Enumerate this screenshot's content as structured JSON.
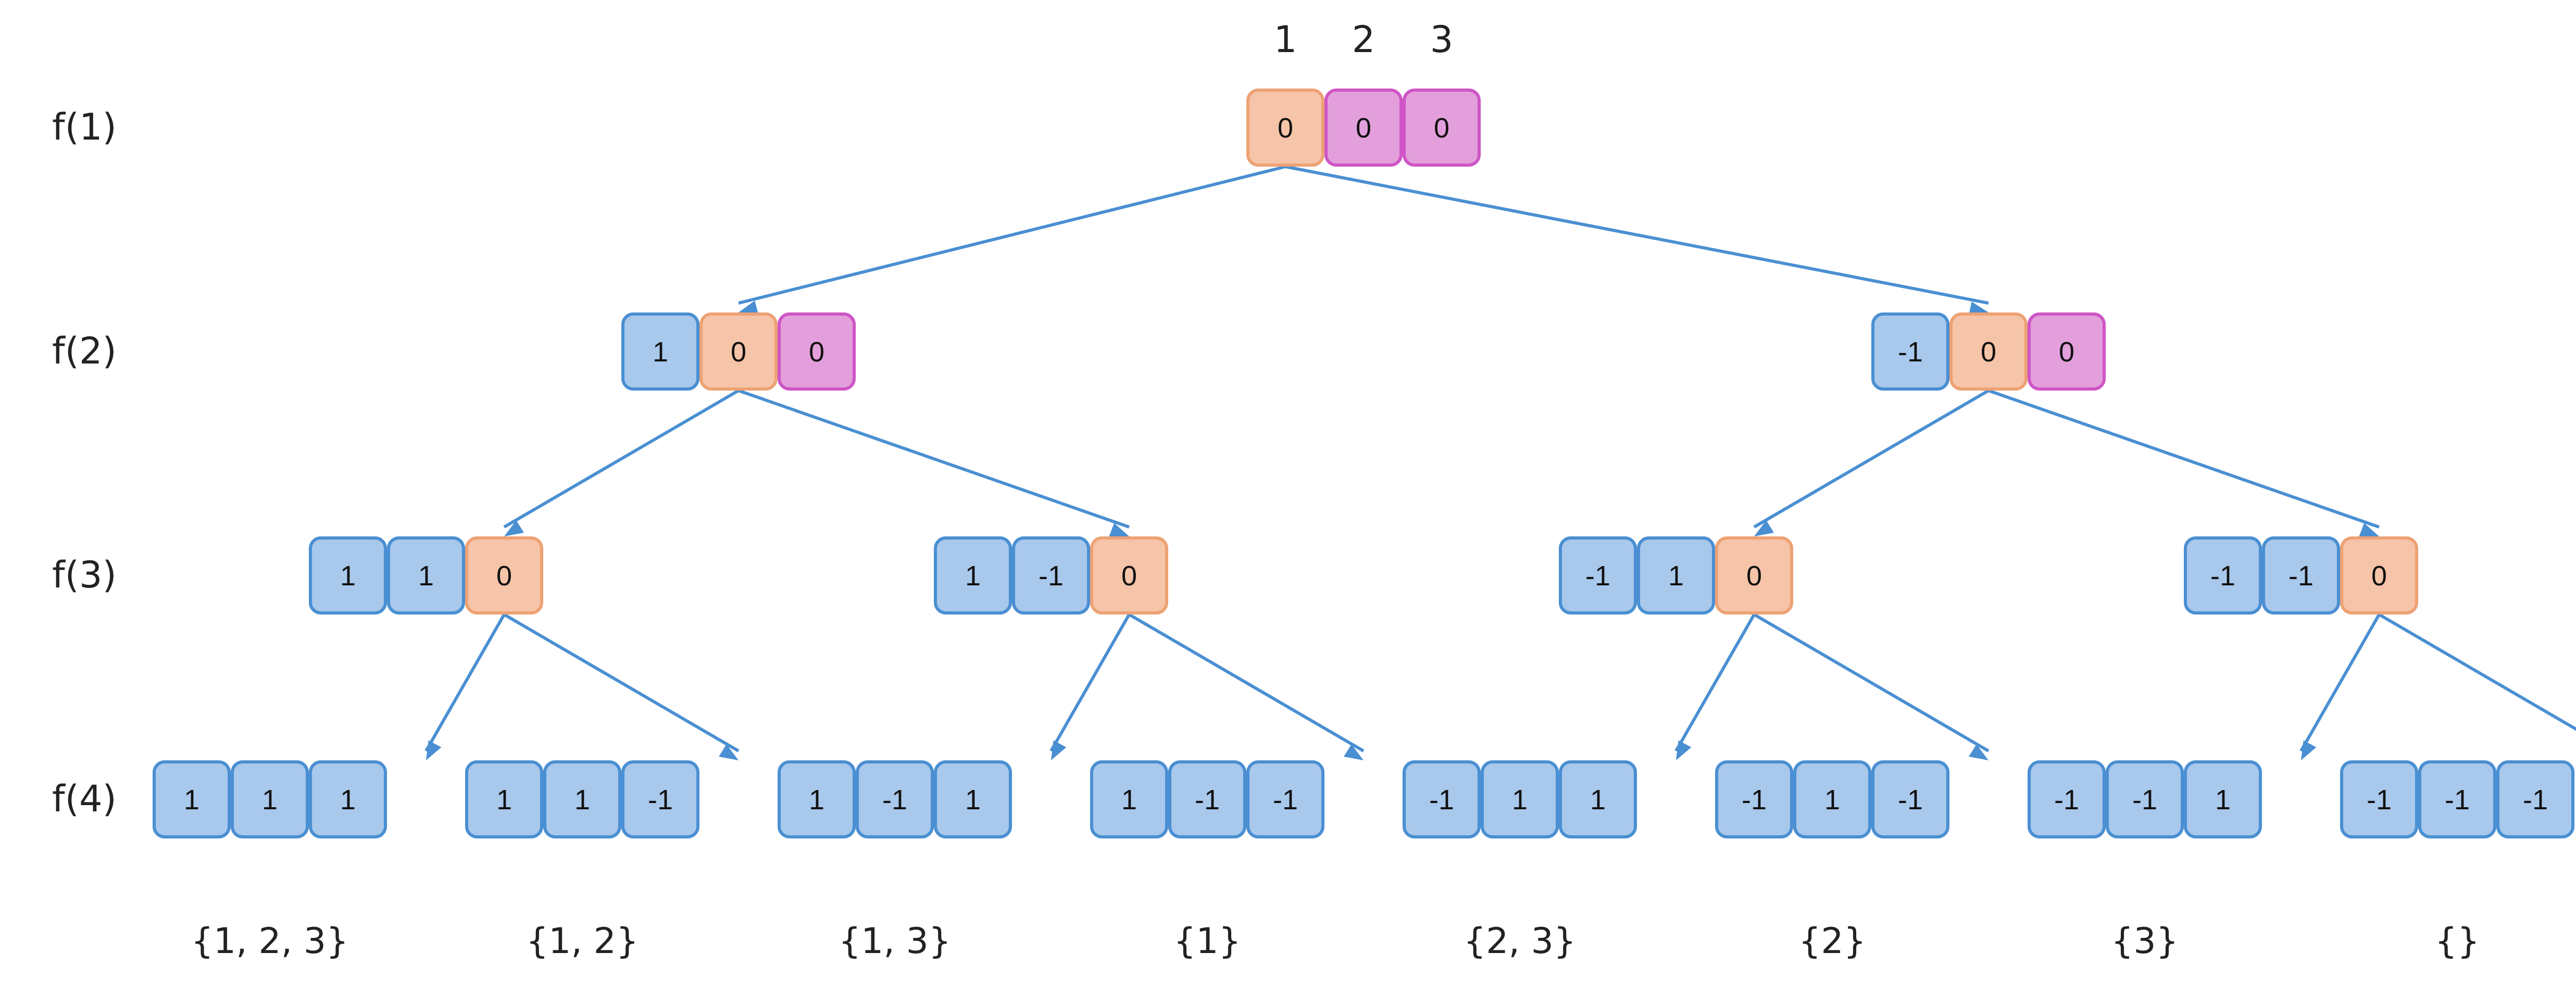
{
  "header_indices": [
    "1",
    "2",
    "3"
  ],
  "level_labels": [
    "f(1)",
    "f(2)",
    "f(3)",
    "f(4)"
  ],
  "states": {
    "blue": {
      "fill": "#a8c8ec",
      "stroke": "#4a8fd2"
    },
    "orange": {
      "fill": "#f6c4a8",
      "stroke": "#eda274"
    },
    "pink": {
      "fill": "#e39fdc",
      "stroke": "#cf55c6"
    }
  },
  "levels": [
    [
      [
        {
          "v": "0",
          "s": "orange"
        },
        {
          "v": "0",
          "s": "pink"
        },
        {
          "v": "0",
          "s": "pink"
        }
      ]
    ],
    [
      [
        {
          "v": "1",
          "s": "blue"
        },
        {
          "v": "0",
          "s": "orange"
        },
        {
          "v": "0",
          "s": "pink"
        }
      ],
      [
        {
          "v": "-1",
          "s": "blue"
        },
        {
          "v": "0",
          "s": "orange"
        },
        {
          "v": "0",
          "s": "pink"
        }
      ]
    ],
    [
      [
        {
          "v": "1",
          "s": "blue"
        },
        {
          "v": "1",
          "s": "blue"
        },
        {
          "v": "0",
          "s": "orange"
        }
      ],
      [
        {
          "v": "1",
          "s": "blue"
        },
        {
          "v": "-1",
          "s": "blue"
        },
        {
          "v": "0",
          "s": "orange"
        }
      ],
      [
        {
          "v": "-1",
          "s": "blue"
        },
        {
          "v": "1",
          "s": "blue"
        },
        {
          "v": "0",
          "s": "orange"
        }
      ],
      [
        {
          "v": "-1",
          "s": "blue"
        },
        {
          "v": "-1",
          "s": "blue"
        },
        {
          "v": "0",
          "s": "orange"
        }
      ]
    ],
    [
      [
        {
          "v": "1",
          "s": "blue"
        },
        {
          "v": "1",
          "s": "blue"
        },
        {
          "v": "1",
          "s": "blue"
        }
      ],
      [
        {
          "v": "1",
          "s": "blue"
        },
        {
          "v": "1",
          "s": "blue"
        },
        {
          "v": "-1",
          "s": "blue"
        }
      ],
      [
        {
          "v": "1",
          "s": "blue"
        },
        {
          "v": "-1",
          "s": "blue"
        },
        {
          "v": "1",
          "s": "blue"
        }
      ],
      [
        {
          "v": "1",
          "s": "blue"
        },
        {
          "v": "-1",
          "s": "blue"
        },
        {
          "v": "-1",
          "s": "blue"
        }
      ],
      [
        {
          "v": "-1",
          "s": "blue"
        },
        {
          "v": "1",
          "s": "blue"
        },
        {
          "v": "1",
          "s": "blue"
        }
      ],
      [
        {
          "v": "-1",
          "s": "blue"
        },
        {
          "v": "1",
          "s": "blue"
        },
        {
          "v": "-1",
          "s": "blue"
        }
      ],
      [
        {
          "v": "-1",
          "s": "blue"
        },
        {
          "v": "-1",
          "s": "blue"
        },
        {
          "v": "1",
          "s": "blue"
        }
      ],
      [
        {
          "v": "-1",
          "s": "blue"
        },
        {
          "v": "-1",
          "s": "blue"
        },
        {
          "v": "-1",
          "s": "blue"
        }
      ]
    ]
  ],
  "subsets": [
    "{1, 2, 3}",
    "{1, 2}",
    "{1, 3}",
    "{1}",
    "{2, 3}",
    "{2}",
    "{3}",
    "{}"
  ]
}
